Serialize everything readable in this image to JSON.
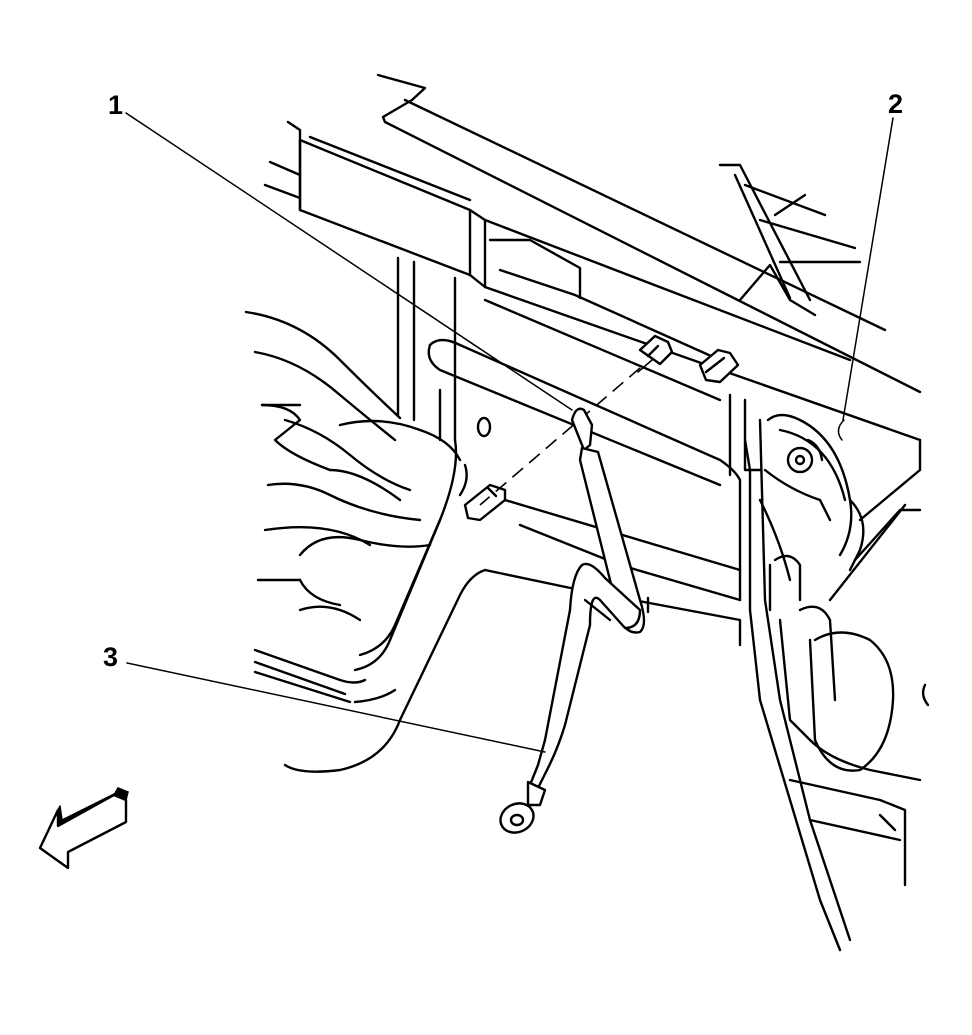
{
  "callouts": [
    {
      "label": "1",
      "part": "bolt"
    },
    {
      "label": "2",
      "part": "body"
    },
    {
      "label": "3",
      "part": "ground-strap"
    }
  ],
  "icons": {
    "direction_arrow": "forward-arrow-icon"
  },
  "colors": {
    "line": "#000000",
    "background": "#ffffff"
  }
}
